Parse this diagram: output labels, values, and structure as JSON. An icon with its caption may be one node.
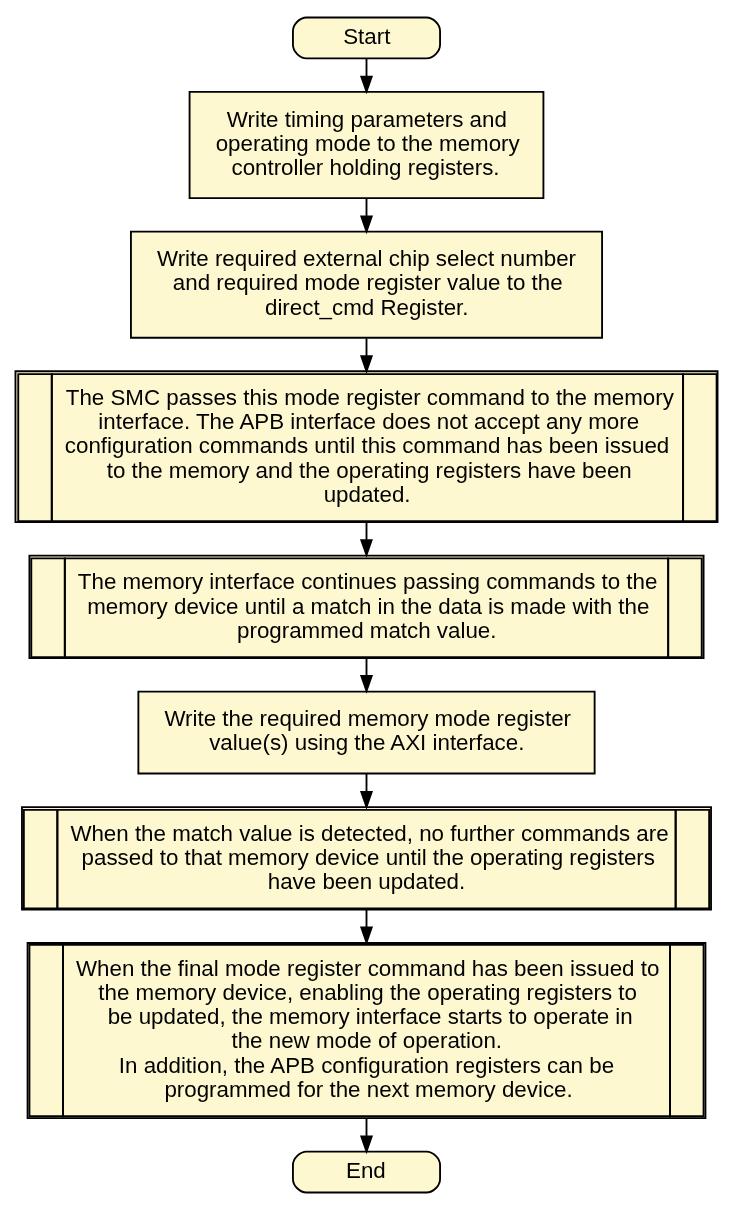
{
  "diagram": {
    "nodes": [
      {
        "text": [
          "Start"
        ]
      },
      {
        "text": [
          "Write timing parameters and operating mode to the memory controller holding registers."
        ]
      },
      {
        "text": [
          "Write required external chip select number and required mode register value to the direct_cmd Register."
        ]
      },
      {
        "text": [
          "The SMC passes this mode register command to the memory interface. The APB interface does not accept any more configuration commands until this command has been issued to the memory and the operating registers have been updated."
        ]
      },
      {
        "text": [
          "The memory interface continues passing commands to the memory device until a match in the data is made with the programmed match value."
        ]
      },
      {
        "text": [
          "Write the required memory mode register value(s) using the AXI interface."
        ]
      },
      {
        "text": [
          "When the match value is detected, no further commands are passed to that memory device until the operating registers have been updated."
        ]
      },
      {
        "text": [
          "When the final mode register command has been issued to the memory device, enabling the operating registers to be updated, the memory interface starts to operate in the new mode of operation.",
          "In addition, the APB configuration registers can be programmed for the next memory device."
        ]
      },
      {
        "text": [
          "End"
        ]
      }
    ],
    "edges": [
      {
        "from": 0,
        "to": 1,
        "arrow": "to"
      },
      {
        "from": 1,
        "to": 2,
        "arrow": "to"
      },
      {
        "from": 2,
        "to": 3,
        "arrow": "to"
      },
      {
        "from": 3,
        "to": 4,
        "arrow": "to"
      },
      {
        "from": 4,
        "to": 5,
        "arrow": "to"
      },
      {
        "from": 5,
        "to": 6,
        "arrow": "to"
      },
      {
        "from": 6,
        "to": 7,
        "arrow": "to"
      },
      {
        "from": 7,
        "to": 8,
        "arrow": "to"
      }
    ]
  }
}
